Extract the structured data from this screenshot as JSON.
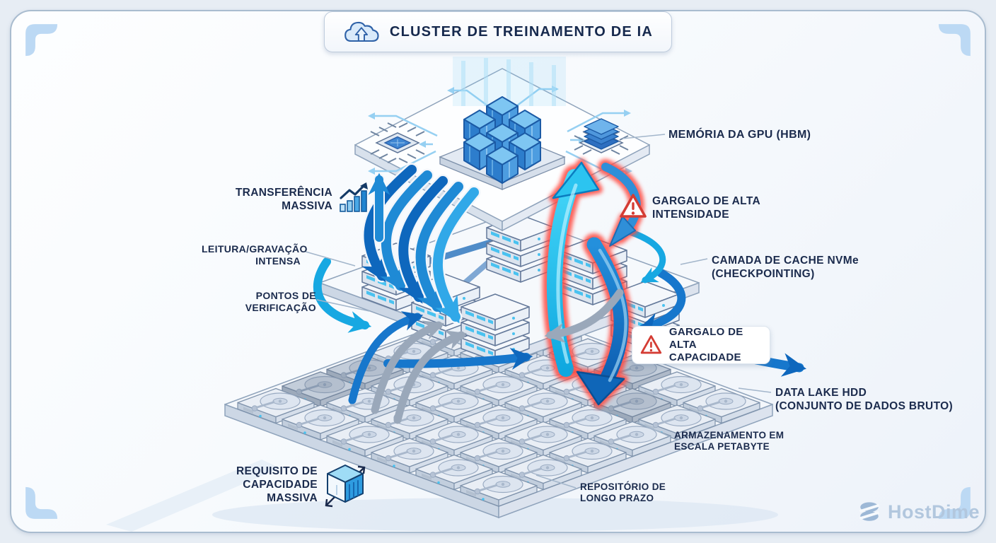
{
  "title": {
    "text": "CLUSTER DE TREINAMENTO DE IA",
    "icon": "cloud-upload-icon"
  },
  "brand": {
    "name": "HostDime",
    "icon": "layers-icon"
  },
  "colors": {
    "label_text": "#1b2b4d",
    "accent_blue": "#1777cc",
    "cyan": "#19b5e8",
    "cube_blue": "#2d7dcc",
    "warning_red": "#d43c34",
    "frame_border": "#a9bccf",
    "corner_bracket": "#bcd9f4",
    "brand_blue": "#b2c7de"
  },
  "labels": {
    "gpu_memory": "MEMÓRIA DA GPU (HBM)",
    "massive_transfer": "TRANSFERÊNCIA\nMASSIVA",
    "high_intensity_bottleneck": "GARGALO DE ALTA\nINTENSIDADE",
    "intense_read_write": "LEITURA/GRAVAÇÃO\nINTENSA",
    "nvme_cache_layer": "CAMADA DE CACHE NVMe\n(CHECKPOINTING)",
    "checkpoints": "PONTOS DE\nVERIFICAÇÃO",
    "high_capacity_bottleneck": "GARGALO DE\nALTA CAPACIDADE",
    "hdd_data_lake": "DATA LAKE HDD\n(CONJUNTO DE DADOS BRUTO)",
    "petabyte_storage": "ARMAZENAMENTO EM\nESCALA PETABYTE",
    "massive_capacity_requirement": "REQUISITO DE\nCAPACIDADE\nMASSIVA",
    "long_term_repository": "REPOSITÓRIO DE\nLONGO PRAZO"
  }
}
